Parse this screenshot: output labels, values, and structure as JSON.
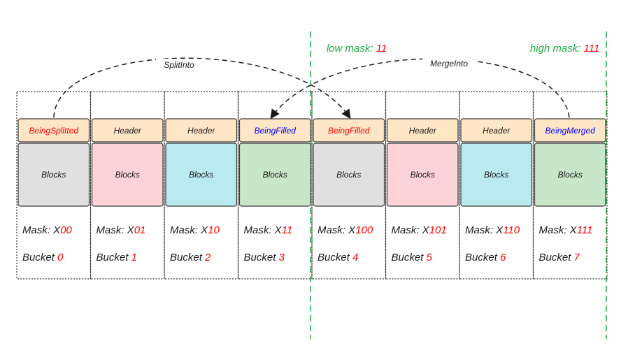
{
  "colors": {
    "header_fill": "#ffe6c7",
    "header_stroke": "#3a3a3a",
    "grey": "#e0e0e0",
    "pink": "#fcd3d9",
    "cyan": "#b8eaf0",
    "green": "#c8e6c9",
    "red": "#ff0000",
    "blue": "#0000ff",
    "black": "#1a1a1a",
    "mask_green": "#22aa44"
  },
  "low_mask": {
    "label": "low mask: ",
    "value": "11"
  },
  "high_mask": {
    "label": "high mask: ",
    "value": "111"
  },
  "arrows": {
    "split_label": "SplitInto",
    "merge_label": "MergeInto"
  },
  "buckets": [
    {
      "header": "BeingSplitted",
      "header_color": "red",
      "fill": "grey",
      "blocks": "Blocks",
      "mask_prefix": "Mask: X",
      "mask_bits": "00",
      "bucket_prefix": "Bucket ",
      "bucket_num": "0"
    },
    {
      "header": "Header",
      "header_color": "black",
      "fill": "pink",
      "blocks": "Blocks",
      "mask_prefix": "Mask: X",
      "mask_bits": "01",
      "bucket_prefix": "Bucket ",
      "bucket_num": "1"
    },
    {
      "header": "Header",
      "header_color": "black",
      "fill": "cyan",
      "blocks": "Blocks",
      "mask_prefix": "Mask: X",
      "mask_bits": "10",
      "bucket_prefix": "Bucket ",
      "bucket_num": "2"
    },
    {
      "header": "BeingFilled",
      "header_color": "blue",
      "fill": "green",
      "blocks": "Blocks",
      "mask_prefix": "Mask: X",
      "mask_bits": "11",
      "bucket_prefix": "Bucket ",
      "bucket_num": "3"
    },
    {
      "header": "BeingFilled",
      "header_color": "red",
      "fill": "grey",
      "blocks": "Blocks",
      "mask_prefix": "Mask: X",
      "mask_bits": "100",
      "bucket_prefix": "Bucket ",
      "bucket_num": "4"
    },
    {
      "header": "Header",
      "header_color": "black",
      "fill": "pink",
      "blocks": "Blocks",
      "mask_prefix": "Mask: X",
      "mask_bits": "101",
      "bucket_prefix": "Bucket ",
      "bucket_num": "5"
    },
    {
      "header": "Header",
      "header_color": "black",
      "fill": "cyan",
      "blocks": "Blocks",
      "mask_prefix": "Mask: X",
      "mask_bits": "110",
      "bucket_prefix": "Bucket ",
      "bucket_num": "6"
    },
    {
      "header": "BeingMerged",
      "header_color": "blue",
      "fill": "green",
      "blocks": "Blocks",
      "mask_prefix": "Mask: X",
      "mask_bits": "111",
      "bucket_prefix": "Bucket ",
      "bucket_num": "7"
    }
  ]
}
